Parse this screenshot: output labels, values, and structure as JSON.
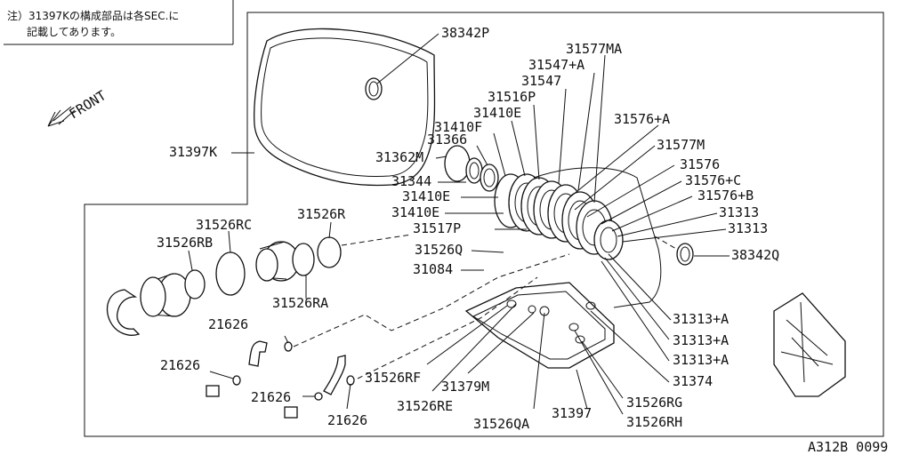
{
  "note": {
    "line1": "注）31397Kの構成部品は各SEC.に",
    "line2": "記載してあります。"
  },
  "front_label": "FRONT",
  "diagram_code": "A312B 0099",
  "callouts": {
    "p38342P": "38342P",
    "p31577MA": "31577MA",
    "p31547A": "31547+A",
    "p31547": "31547",
    "p31516P": "31516P",
    "p31410E_top": "31410E",
    "p31410F": "31410F",
    "p31366": "31366",
    "p31576A": "31576+A",
    "p31362M": "31362M",
    "p31577M": "31577M",
    "p31397K": "31397K",
    "p31576": "31576",
    "p31344": "31344",
    "p31576C": "31576+C",
    "p31410E_mid": "31410E",
    "p31576B": "31576+B",
    "p31410E_low": "31410E",
    "p31313_a": "31313",
    "p31526RC": "31526RC",
    "p31526R": "31526R",
    "p31517P": "31517P",
    "p31313_b": "31313",
    "p31526RB": "31526RB",
    "p31526Q": "31526Q",
    "p38342Q": "38342Q",
    "p31084": "31084",
    "p31526RA": "31526RA",
    "p31313A_1": "31313+A",
    "p21626_a": "21626",
    "p31313A_2": "31313+A",
    "p31313A_3": "31313+A",
    "p21626_b": "21626",
    "p31374": "31374",
    "p31526RF": "31526RF",
    "p31379M": "31379M",
    "p21626_c": "21626",
    "p31526RE": "31526RE",
    "p31526RG": "31526RG",
    "p21626_d": "21626",
    "p31526QA": "31526QA",
    "p31397": "31397",
    "p31526RH": "31526RH"
  }
}
